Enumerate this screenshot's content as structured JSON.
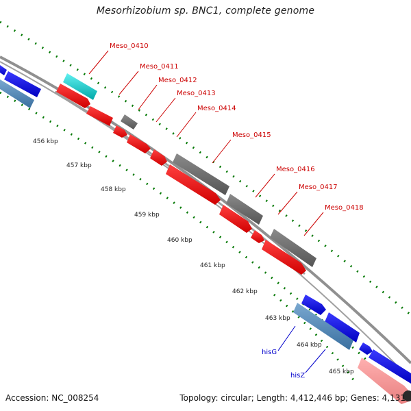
{
  "title": "Mesorhizobium sp. BNC1, complete genome",
  "footer": {
    "accession": "Accession: NC_008254",
    "topology": "Topology: circular; Length: 4,412,446 bp; Genes: 4,131"
  },
  "ticks": [
    "456 kbp",
    "457 kbp",
    "458 kbp",
    "459 kbp",
    "460 kbp",
    "461 kbp",
    "462 kbp",
    "463 kbp",
    "464 kbp",
    "465 kbp"
  ],
  "genes": [
    {
      "id": "Meso_0410",
      "color": "#00c8c8"
    },
    {
      "id": "Meso_0411",
      "color": "#ff0000"
    },
    {
      "id": "Meso_0412",
      "color": "#707070"
    },
    {
      "id": "Meso_0413",
      "color": "#ff0000"
    },
    {
      "id": "Meso_0414",
      "color": "#ff0000"
    },
    {
      "id": "Meso_0415",
      "color": "#707070"
    },
    {
      "id": "Meso_0416",
      "color": "#707070"
    },
    {
      "id": "Meso_0417",
      "color": "#ff0000"
    },
    {
      "id": "Meso_0418",
      "color": "#707070"
    },
    {
      "id": "hisG",
      "color": "#4682b4"
    },
    {
      "id": "hisZ",
      "color": "#4682b4"
    }
  ],
  "colors": {
    "label_red": "#cc0000",
    "label_blue": "#0000cc",
    "backbone": "#909090",
    "tick_green": "#007700"
  }
}
